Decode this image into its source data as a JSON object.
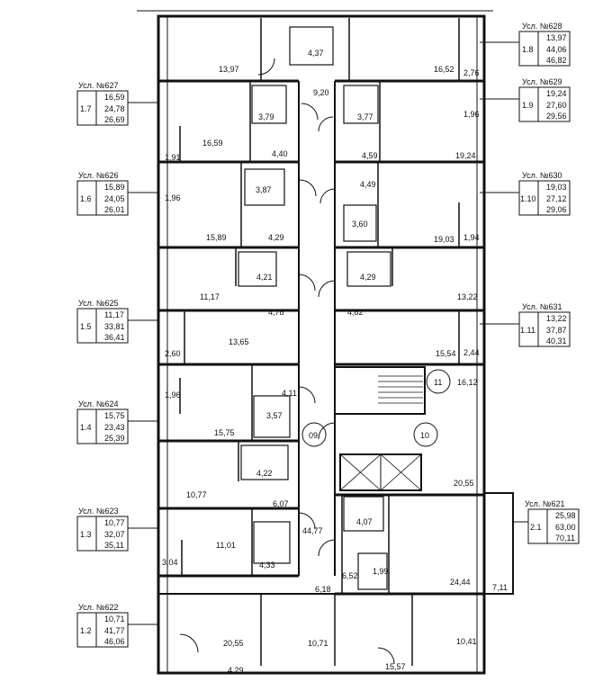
{
  "units": [
    {
      "id": "Усл. №628",
      "code": "1.8",
      "areas": [
        "13,97",
        "44,06",
        "46,82"
      ]
    },
    {
      "id": "Усл. №629",
      "code": "1.9",
      "areas": [
        "19,24",
        "27,60",
        "29,56"
      ]
    },
    {
      "id": "Усл. №630",
      "code": "1.10",
      "areas": [
        "19,03",
        "27,12",
        "29,06"
      ]
    },
    {
      "id": "Усл. №631",
      "code": "1.11",
      "areas": [
        "13,22",
        "37,87",
        "40,31"
      ]
    },
    {
      "id": "Усл. №621",
      "code": "2.1",
      "areas": [
        "25,98",
        "63,00",
        "70,11"
      ]
    },
    {
      "id": "Усл. №627",
      "code": "1.7",
      "areas": [
        "16,59",
        "24,78",
        "26,69"
      ]
    },
    {
      "id": "Усл. №626",
      "code": "1.6",
      "areas": [
        "15,89",
        "24,05",
        "26,01"
      ]
    },
    {
      "id": "Усл. №625",
      "code": "1.5",
      "areas": [
        "11,17",
        "33,81",
        "36,41"
      ]
    },
    {
      "id": "Усл. №624",
      "code": "1.4",
      "areas": [
        "15,75",
        "23,43",
        "25,39"
      ]
    },
    {
      "id": "Усл. №623",
      "code": "1.3",
      "areas": [
        "10,77",
        "32,07",
        "35,11"
      ]
    },
    {
      "id": "Усл. №622",
      "code": "1.2",
      "areas": [
        "10,71",
        "41,77",
        "46,06"
      ]
    }
  ],
  "rooms": {
    "r1": "13,97",
    "r2": "4,37",
    "r3": "16,52",
    "r4": "2,76",
    "r5": "9,20",
    "r6": "3,79",
    "r7": "3,77",
    "r8": "1,96",
    "r9": "16,59",
    "r10": "1,91",
    "r11": "4,40",
    "r12": "4,59",
    "r13": "19,24",
    "r14": "1,96",
    "r15": "3,87",
    "r16": "4,49",
    "r17": "3,60",
    "r18": "15,89",
    "r19": "4,29",
    "r20": "19,03",
    "r21": "1,94",
    "r22": "4,21",
    "r23": "4,29",
    "r24": "11,17",
    "r25": "13,22",
    "r26": "4,78",
    "r27": "4,82",
    "r28": "13,65",
    "r29": "15,54",
    "r30": "2,60",
    "r31": "2,44",
    "r32": "11",
    "r33": "16,12",
    "r34": "1,96",
    "r35": "4,11",
    "r36": "3,57",
    "r37": "15,75",
    "r38": "09",
    "r39": "10",
    "r40": "4,22",
    "r41": "20,55",
    "r42": "10,77",
    "r43": "6,07",
    "r44": "4,07",
    "r45": "44,77",
    "r46": "11,01",
    "r47": "4,33",
    "r48": "3,04",
    "r49": "6,52",
    "r50": "1,99",
    "r51": "24,44",
    "r52": "6,18",
    "r53": "7,11",
    "r54": "20,55",
    "r55": "10,71",
    "r56": "10,41",
    "r57": "4,29",
    "r58": "15,57"
  }
}
